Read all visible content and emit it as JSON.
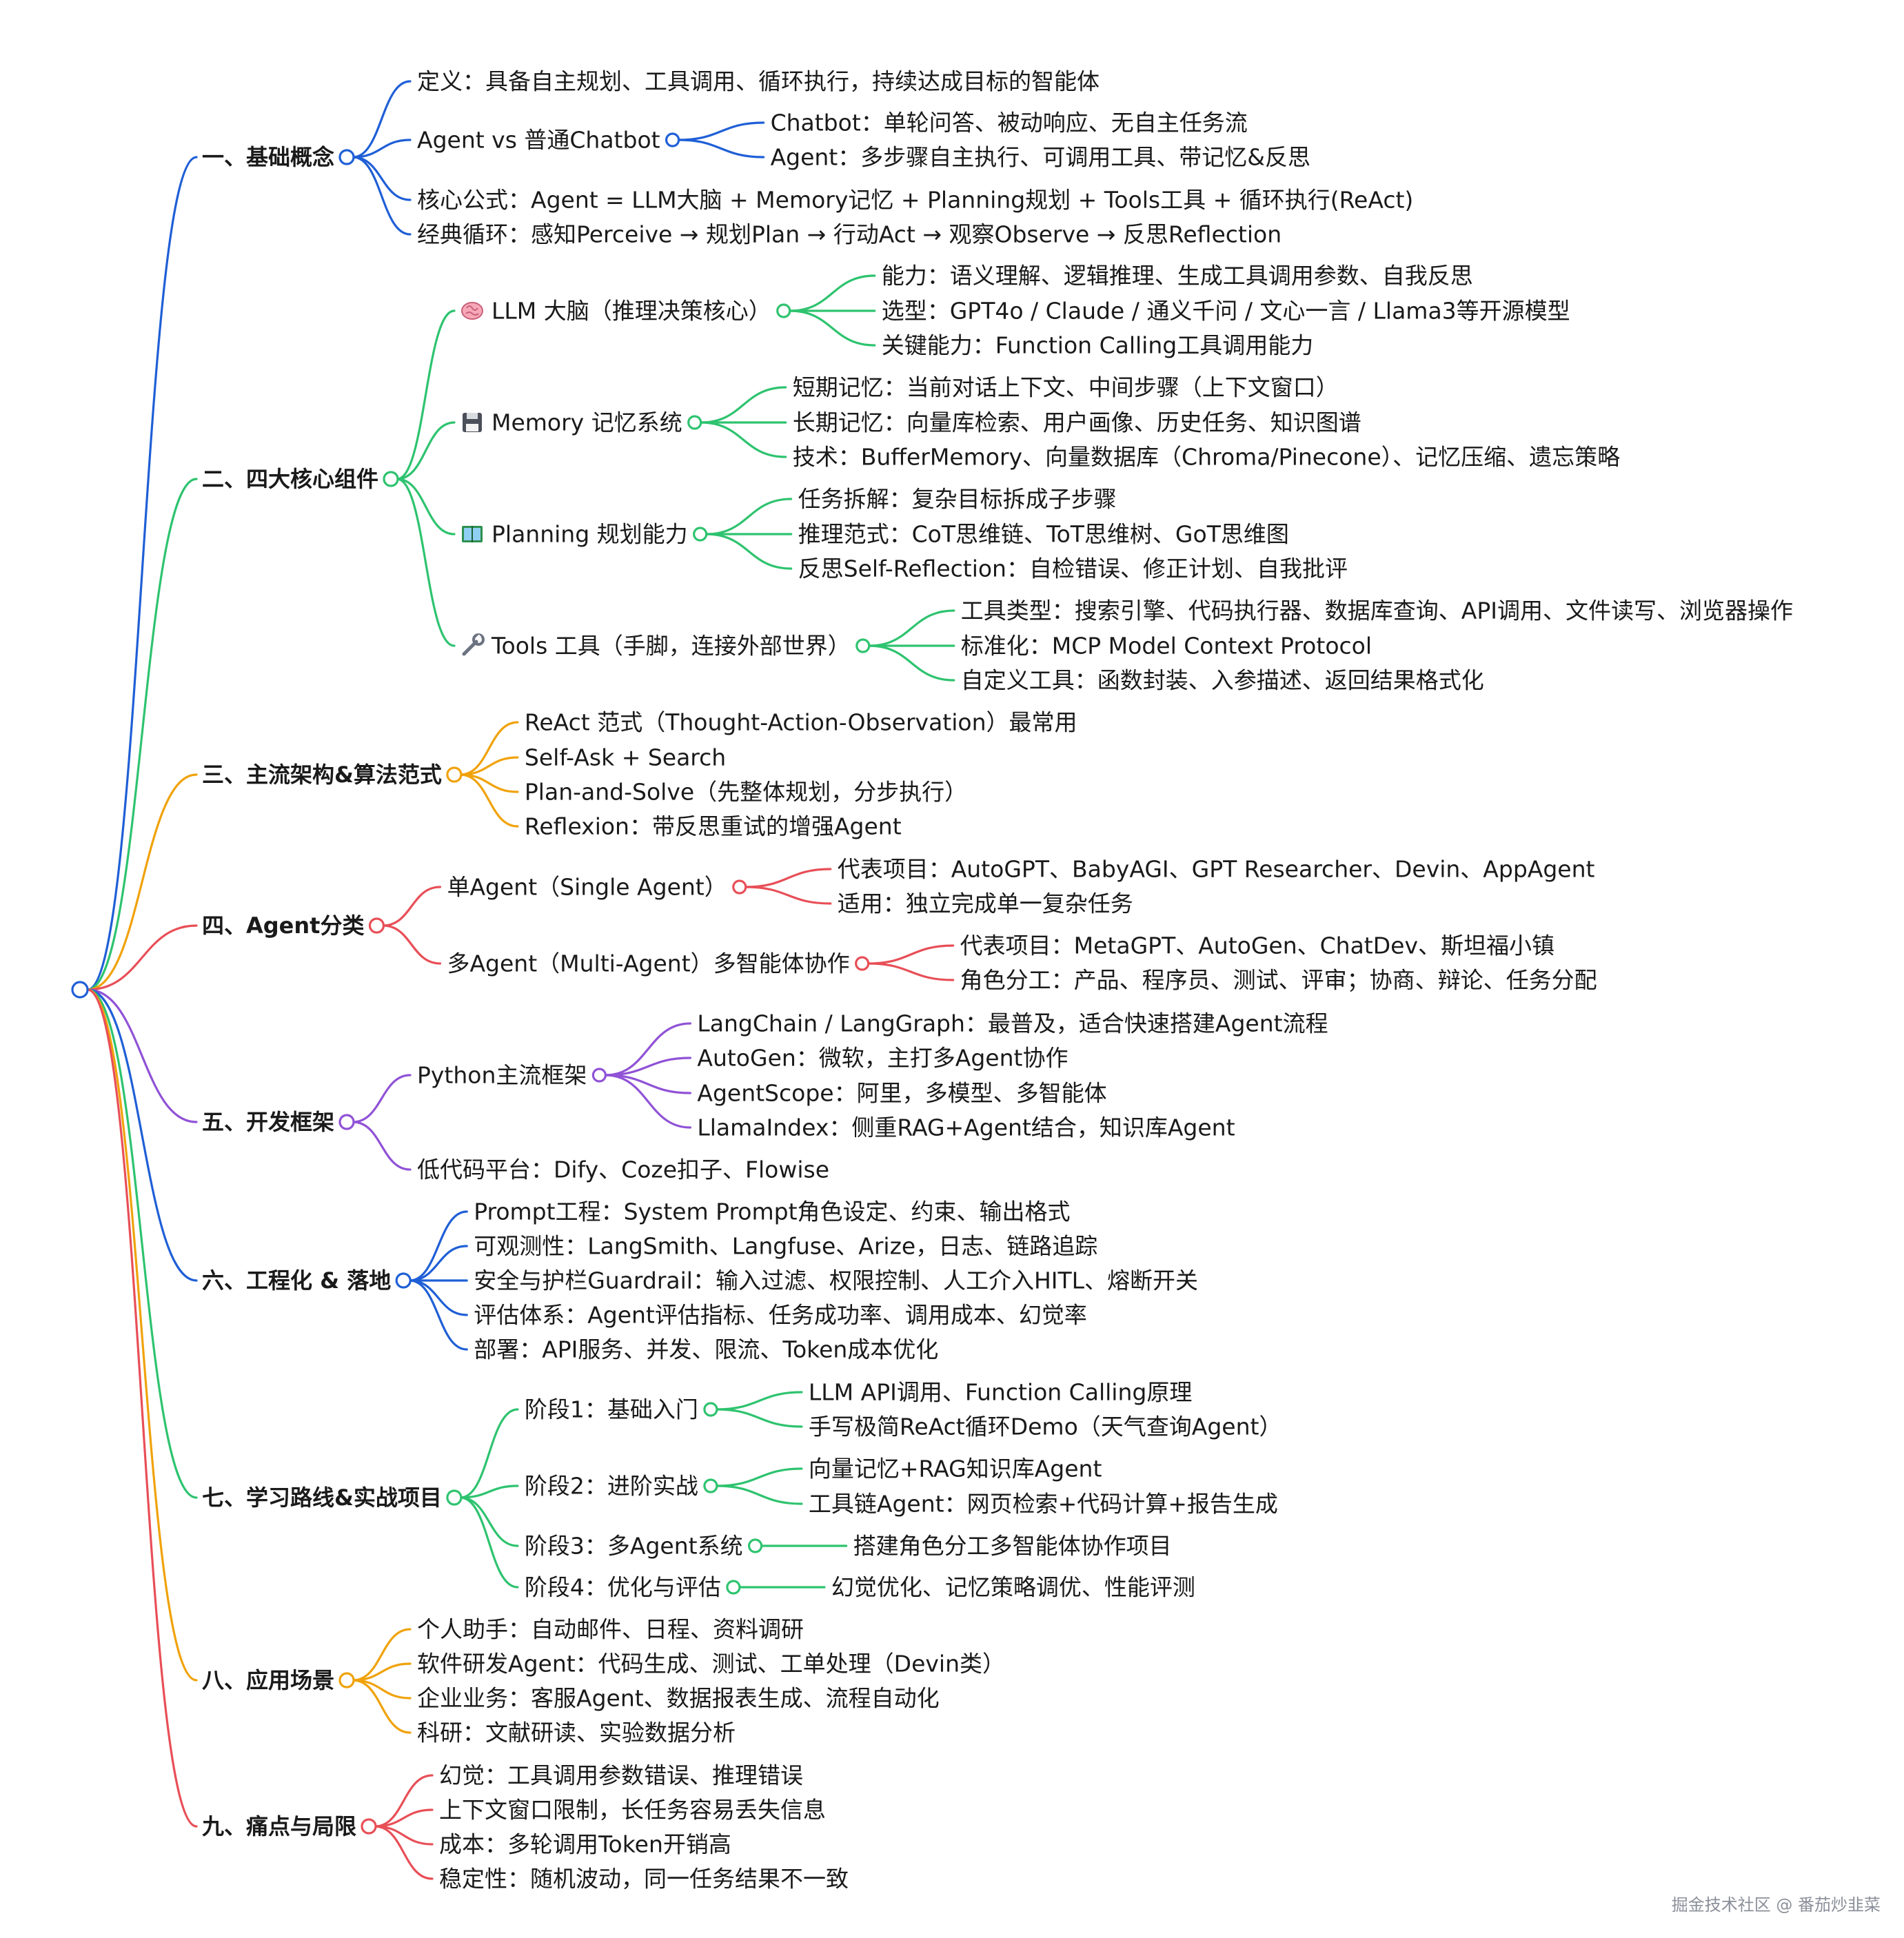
{
  "palette": {
    "blue": "#1f5fd6",
    "green": "#2ec36f",
    "orange": "#f0a20a",
    "red": "#e84f57",
    "purple": "#9052d6"
  },
  "icons": {
    "llm": "brain-icon",
    "memory": "floppy-disk-icon",
    "planning": "book-icon",
    "tools": "wrench-icon"
  },
  "watermark": "掘金技术社区 @ 番茄炒韭菜",
  "mindmap": [
    {
      "label": "一、基础概念",
      "color": "blue",
      "children": [
        {
          "label": "定义：具备自主规划、工具调用、循环执行，持续达成目标的智能体"
        },
        {
          "label": "Agent vs 普通Chatbot",
          "children": [
            {
              "label": "Chatbot：单轮问答、被动响应、无自主任务流"
            },
            {
              "label": "Agent：多步骤自主执行、可调用工具、带记忆&反思"
            }
          ]
        },
        {
          "label": "核心公式：Agent = LLM大脑 + Memory记忆 + Planning规划 + Tools工具 + 循环执行(ReAct)"
        },
        {
          "label": "经典循环：感知Perceive → 规划Plan → 行动Act → 观察Observe → 反思Reflection"
        }
      ]
    },
    {
      "label": "二、四大核心组件",
      "color": "green",
      "children": [
        {
          "label": "LLM 大脑（推理决策核心）",
          "icon": "llm",
          "children": [
            {
              "label": "能力：语义理解、逻辑推理、生成工具调用参数、自我反思"
            },
            {
              "label": "选型：GPT4o / Claude / 通义千问 / 文心一言 / Llama3等开源模型"
            },
            {
              "label": "关键能力：Function Calling工具调用能力"
            }
          ]
        },
        {
          "label": "Memory 记忆系统",
          "icon": "memory",
          "children": [
            {
              "label": "短期记忆：当前对话上下文、中间步骤（上下文窗口）"
            },
            {
              "label": "长期记忆：向量库检索、用户画像、历史任务、知识图谱"
            },
            {
              "label": "技术：BufferMemory、向量数据库（Chroma/Pinecone）、记忆压缩、遗忘策略"
            }
          ]
        },
        {
          "label": "Planning 规划能力",
          "icon": "planning",
          "children": [
            {
              "label": "任务拆解：复杂目标拆成子步骤"
            },
            {
              "label": "推理范式：CoT思维链、ToT思维树、GoT思维图"
            },
            {
              "label": "反思Self-Reflection：自检错误、修正计划、自我批评"
            }
          ]
        },
        {
          "label": "Tools 工具（手脚，连接外部世界）",
          "icon": "tools",
          "children": [
            {
              "label": "工具类型：搜索引擎、代码执行器、数据库查询、API调用、文件读写、浏览器操作"
            },
            {
              "label": "标准化：MCP Model Context Protocol"
            },
            {
              "label": "自定义工具：函数封装、入参描述、返回结果格式化"
            }
          ]
        }
      ]
    },
    {
      "label": "三、主流架构&算法范式",
      "color": "orange",
      "children": [
        {
          "label": "ReAct 范式（Thought-Action-Observation）最常用"
        },
        {
          "label": "Self-Ask + Search"
        },
        {
          "label": "Plan-and-Solve（先整体规划，分步执行）"
        },
        {
          "label": "Reflexion：带反思重试的增强Agent"
        }
      ]
    },
    {
      "label": "四、Agent分类",
      "color": "red",
      "children": [
        {
          "label": "单Agent（Single Agent）",
          "children": [
            {
              "label": "代表项目：AutoGPT、BabyAGI、GPT Researcher、Devin、AppAgent"
            },
            {
              "label": "适用：独立完成单一复杂任务"
            }
          ]
        },
        {
          "label": "多Agent（Multi-Agent）多智能体协作",
          "children": [
            {
              "label": "代表项目：MetaGPT、AutoGen、ChatDev、斯坦福小镇"
            },
            {
              "label": "角色分工：产品、程序员、测试、评审；协商、辩论、任务分配"
            }
          ]
        }
      ]
    },
    {
      "label": "五、开发框架",
      "color": "purple",
      "children": [
        {
          "label": "Python主流框架",
          "children": [
            {
              "label": "LangChain / LangGraph：最普及，适合快速搭建Agent流程"
            },
            {
              "label": "AutoGen：微软，主打多Agent协作"
            },
            {
              "label": "AgentScope：阿里，多模型、多智能体"
            },
            {
              "label": "LlamaIndex：侧重RAG+Agent结合，知识库Agent"
            }
          ]
        },
        {
          "label": "低代码平台：Dify、Coze扣子、Flowise"
        }
      ]
    },
    {
      "label": "六、工程化 & 落地",
      "color": "blue",
      "children": [
        {
          "label": "Prompt工程：System Prompt角色设定、约束、输出格式"
        },
        {
          "label": "可观测性：LangSmith、Langfuse、Arize，日志、链路追踪"
        },
        {
          "label": "安全与护栏Guardrail：输入过滤、权限控制、人工介入HITL、熔断开关"
        },
        {
          "label": "评估体系：Agent评估指标、任务成功率、调用成本、幻觉率"
        },
        {
          "label": "部署：API服务、并发、限流、Token成本优化"
        }
      ]
    },
    {
      "label": "七、学习路线&实战项目",
      "color": "green",
      "children": [
        {
          "label": "阶段1：基础入门",
          "children": [
            {
              "label": "LLM API调用、Function Calling原理"
            },
            {
              "label": "手写极简ReAct循环Demo（天气查询Agent）"
            }
          ]
        },
        {
          "label": "阶段2：进阶实战",
          "children": [
            {
              "label": "向量记忆+RAG知识库Agent"
            },
            {
              "label": "工具链Agent：网页检索+代码计算+报告生成"
            }
          ]
        },
        {
          "label": "阶段3：多Agent系统",
          "children": [
            {
              "label": "搭建角色分工多智能体协作项目"
            }
          ]
        },
        {
          "label": "阶段4：优化与评估",
          "children": [
            {
              "label": "幻觉优化、记忆策略调优、性能评测"
            }
          ]
        }
      ]
    },
    {
      "label": "八、应用场景",
      "color": "orange",
      "children": [
        {
          "label": "个人助手：自动邮件、日程、资料调研"
        },
        {
          "label": "软件研发Agent：代码生成、测试、工单处理（Devin类）"
        },
        {
          "label": "企业业务：客服Agent、数据报表生成、流程自动化"
        },
        {
          "label": "科研：文献研读、实验数据分析"
        }
      ]
    },
    {
      "label": "九、痛点与局限",
      "color": "red",
      "children": [
        {
          "label": "幻觉：工具调用参数错误、推理错误"
        },
        {
          "label": "上下文窗口限制，长任务容易丢失信息"
        },
        {
          "label": "成本：多轮调用Token开销高"
        },
        {
          "label": "稳定性：随机波动，同一任务结果不一致"
        }
      ]
    }
  ]
}
